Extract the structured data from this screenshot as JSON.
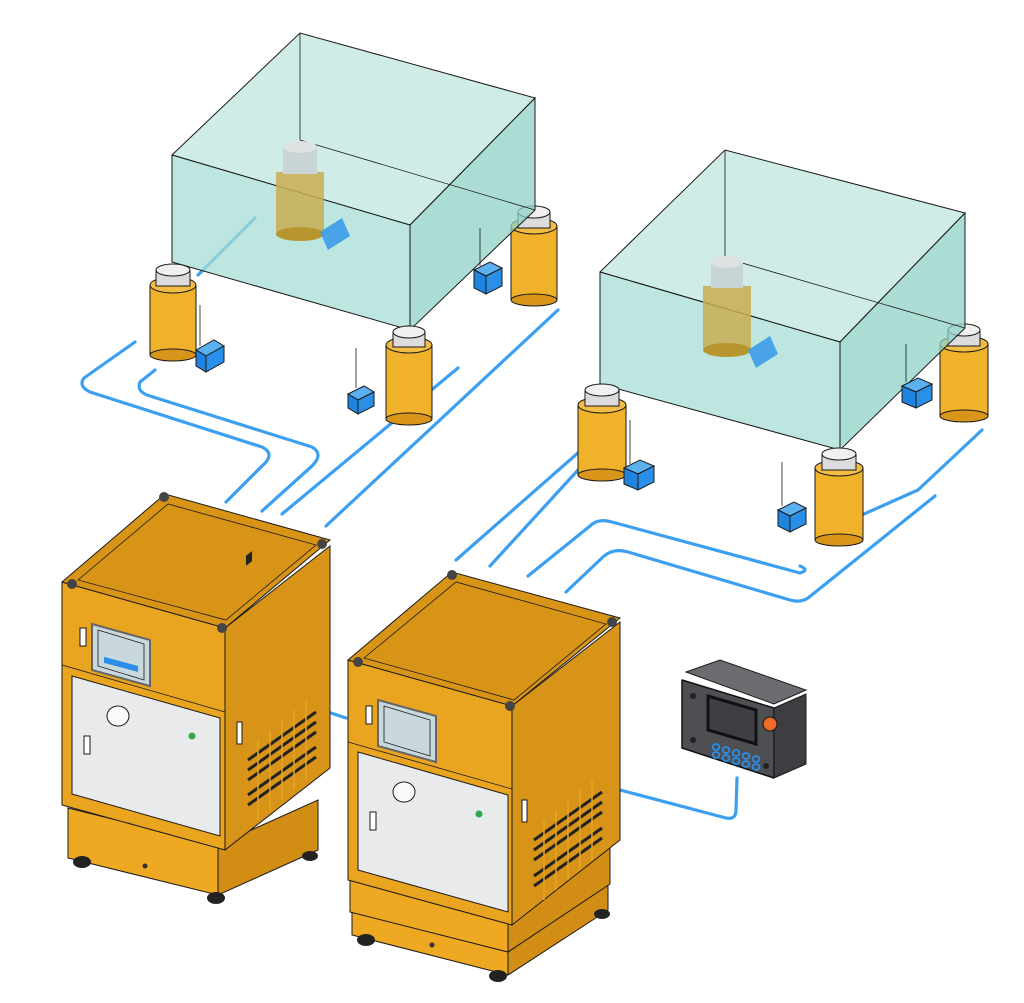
{
  "colors": {
    "background": "#ffffff",
    "cabinet_top": "#d89416",
    "cabinet_front": "#e9a420",
    "cabinet_side": "#d28e14",
    "door_panel": "#e9eaec",
    "transparent_box": "#9fdad0",
    "cable": "#3d9ff0",
    "sensor_box": "#2a8fe8",
    "jack_body": "#f0b22a",
    "jack_cap": "#dcdcdc",
    "controller_body": "#4d4f53",
    "controller_screen": "#3d3f44",
    "controller_button": "#2a8fe8",
    "controller_knob": "#f06a2a",
    "status_led": "#2ea84a"
  },
  "scene": {
    "platforms": [
      {
        "name": "platform-left",
        "jacks": 4,
        "sensors": 4
      },
      {
        "name": "platform-right",
        "jacks": 4,
        "sensors": 4
      }
    ],
    "cabinets": [
      {
        "name": "cabinet-left"
      },
      {
        "name": "cabinet-right"
      }
    ],
    "controller": {
      "buttons": 10,
      "knob": "emergency-stop-knob",
      "screen": "controller-screen"
    }
  }
}
